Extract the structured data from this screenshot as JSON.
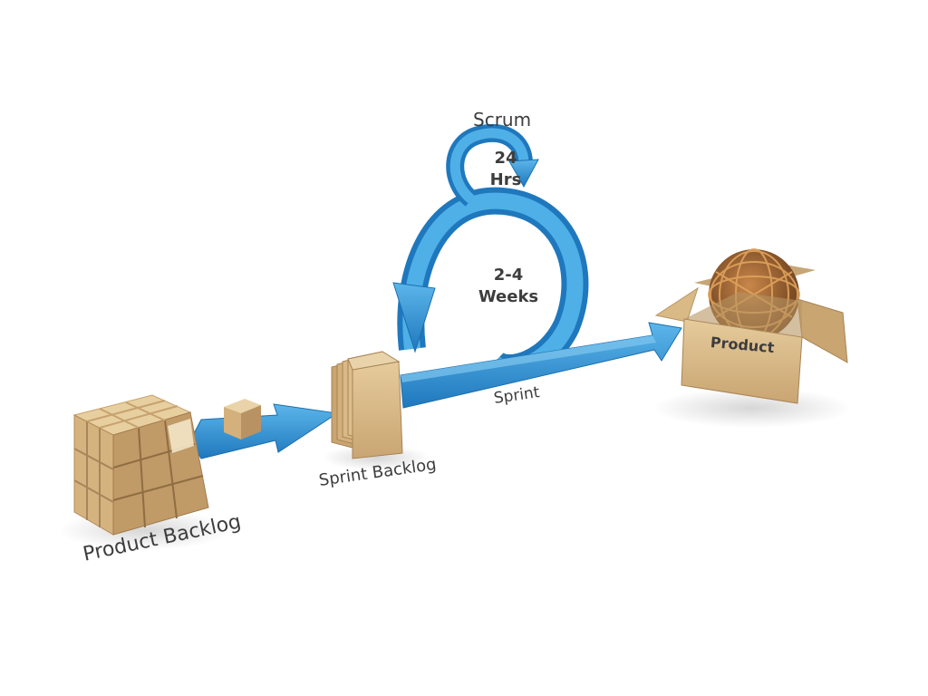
{
  "diagram": {
    "scrum_label": "Scrum",
    "daily_cycle_label": "24 Hrs",
    "sprint_cycle_label": "2-4 Weeks",
    "sprint_label": "Sprint",
    "product_backlog_label": "Product Backlog",
    "sprint_backlog_label": "Sprint Backlog",
    "product_label": "Product"
  },
  "colors": {
    "arrow_blue": "#2a8fd0",
    "arrow_blue_dark": "#1b6fae",
    "box_tan": "#d9b986",
    "box_tan_dark": "#b89463",
    "text_gray": "#3d3d3d"
  }
}
